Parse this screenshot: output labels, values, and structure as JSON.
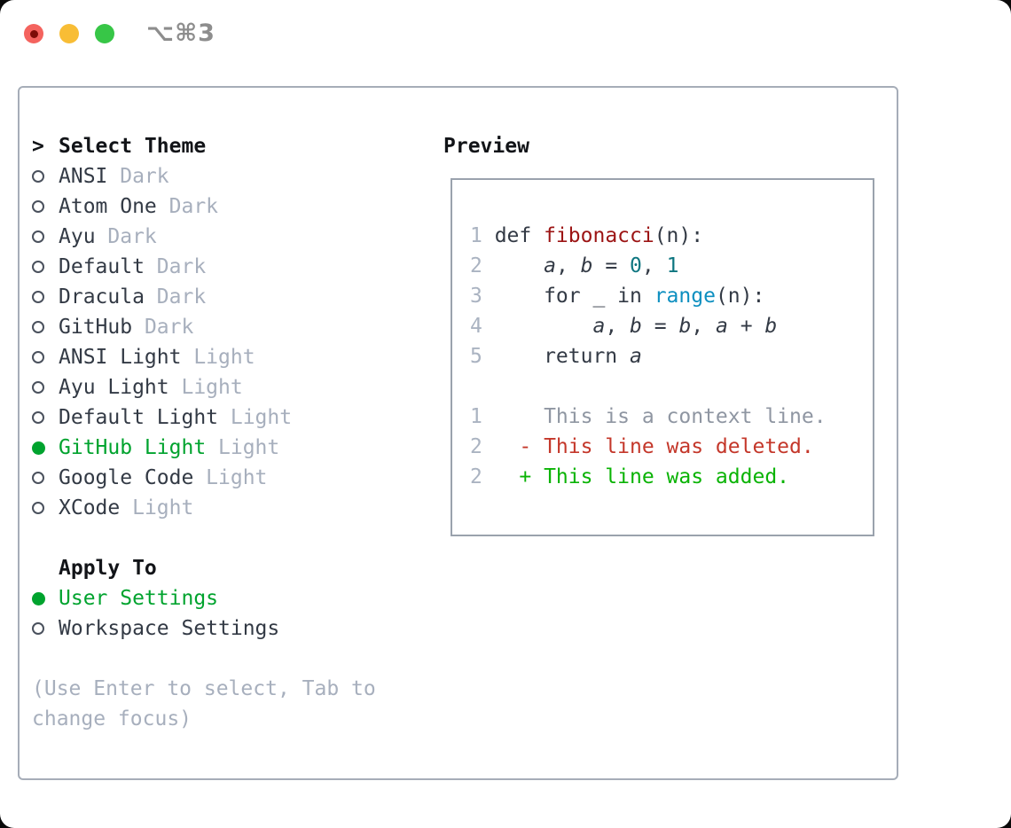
{
  "window": {
    "shortcut": "⌥⌘3",
    "traffic_lights": [
      "close",
      "minimize",
      "zoom"
    ]
  },
  "theme_panel": {
    "prompt": ">",
    "title": "Select Theme",
    "themes": [
      {
        "name": "ANSI",
        "variant": "Dark",
        "selected": false
      },
      {
        "name": "Atom One",
        "variant": "Dark",
        "selected": false
      },
      {
        "name": "Ayu",
        "variant": "Dark",
        "selected": false
      },
      {
        "name": "Default",
        "variant": "Dark",
        "selected": false
      },
      {
        "name": "Dracula",
        "variant": "Dark",
        "selected": false
      },
      {
        "name": "GitHub",
        "variant": "Dark",
        "selected": false
      },
      {
        "name": "ANSI Light",
        "variant": "Light",
        "selected": false
      },
      {
        "name": "Ayu Light",
        "variant": "Light",
        "selected": false
      },
      {
        "name": "Default Light",
        "variant": "Light",
        "selected": false
      },
      {
        "name": "GitHub Light",
        "variant": "Light",
        "selected": true
      },
      {
        "name": "Google Code",
        "variant": "Light",
        "selected": false
      },
      {
        "name": "XCode",
        "variant": "Light",
        "selected": false
      }
    ]
  },
  "apply_to": {
    "title": "Apply To",
    "options": [
      {
        "name": "User Settings",
        "selected": true
      },
      {
        "name": "Workspace Settings",
        "selected": false
      }
    ]
  },
  "hint_lines": [
    "(Use Enter to select, Tab to",
    "change focus)"
  ],
  "preview": {
    "title": "Preview",
    "code_lines": [
      {
        "num": "1",
        "segments": [
          {
            "text": "def ",
            "style": "plain"
          },
          {
            "text": "fibonacci",
            "style": "function"
          },
          {
            "text": "(n):",
            "style": "plain"
          }
        ]
      },
      {
        "num": "2",
        "segments": [
          {
            "text": "    ",
            "style": "plain"
          },
          {
            "text": "a",
            "style": "variable"
          },
          {
            "text": ", ",
            "style": "plain"
          },
          {
            "text": "b",
            "style": "variable"
          },
          {
            "text": " = ",
            "style": "plain"
          },
          {
            "text": "0",
            "style": "number"
          },
          {
            "text": ", ",
            "style": "plain"
          },
          {
            "text": "1",
            "style": "number"
          }
        ]
      },
      {
        "num": "3",
        "segments": [
          {
            "text": "    for _ in ",
            "style": "plain"
          },
          {
            "text": "range",
            "style": "builtin"
          },
          {
            "text": "(n):",
            "style": "plain"
          }
        ]
      },
      {
        "num": "4",
        "segments": [
          {
            "text": "        ",
            "style": "plain"
          },
          {
            "text": "a",
            "style": "variable"
          },
          {
            "text": ", ",
            "style": "plain"
          },
          {
            "text": "b",
            "style": "variable"
          },
          {
            "text": " = ",
            "style": "plain"
          },
          {
            "text": "b",
            "style": "variable"
          },
          {
            "text": ", ",
            "style": "plain"
          },
          {
            "text": "a",
            "style": "variable"
          },
          {
            "text": " + ",
            "style": "plain"
          },
          {
            "text": "b",
            "style": "variable"
          }
        ]
      },
      {
        "num": "5",
        "segments": [
          {
            "text": "    return ",
            "style": "plain"
          },
          {
            "text": "a",
            "style": "variable"
          }
        ]
      }
    ],
    "diff_lines": [
      {
        "num": "1",
        "segments": [
          {
            "text": "    This is a context line.",
            "style": "context"
          }
        ]
      },
      {
        "num": "2",
        "segments": [
          {
            "text": "  - This line was deleted.",
            "style": "deleted"
          }
        ]
      },
      {
        "num": "2",
        "segments": [
          {
            "text": "  + This line was added.",
            "style": "added"
          }
        ]
      }
    ]
  },
  "colors": {
    "selected_green": "#00a32e",
    "added_green": "#0ab305",
    "deleted_red": "#c4372a",
    "context_gray": "#8f96a2",
    "function_red": "#9c1414",
    "builtin_blue": "#0d8fc0",
    "number_teal": "#0e7680",
    "text_dark": "#333a45",
    "muted_gray": "#a7afbd",
    "line_number_gray": "#aab3c1",
    "panel_border": "#a6adb8",
    "traffic_red": "#f4635e",
    "traffic_yellow": "#f8bd35",
    "traffic_green": "#37c647"
  }
}
